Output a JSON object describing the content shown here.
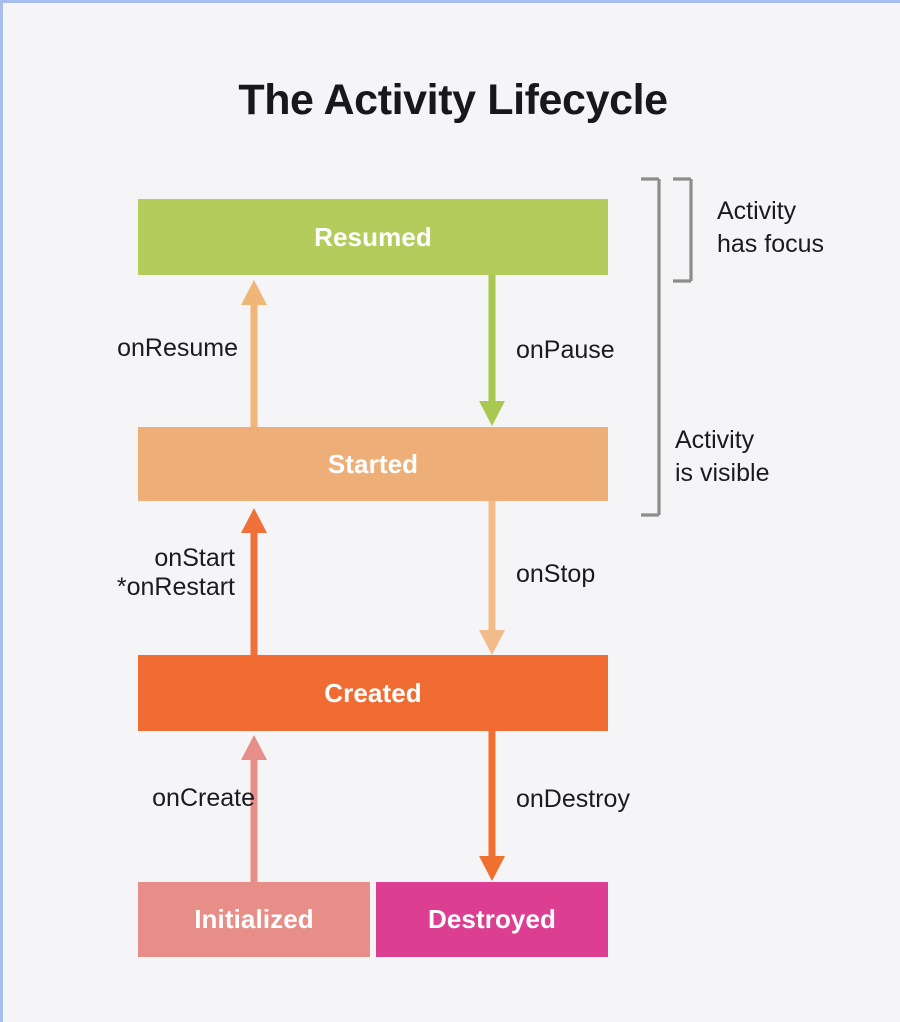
{
  "diagram": {
    "title": "The Activity Lifecycle",
    "background_color": "#f5f4f7",
    "border_color": "#a6bdf0",
    "states": [
      {
        "id": "resumed",
        "label": "Resumed",
        "color": "#b4cc5c",
        "text_color": "#ffffff"
      },
      {
        "id": "started",
        "label": "Started",
        "color": "#eeae77",
        "text_color": "#ffffff"
      },
      {
        "id": "created",
        "label": "Created",
        "color": "#f06c33",
        "text_color": "#ffffff"
      },
      {
        "id": "initialized",
        "label": "Initialized",
        "color": "#e78e88",
        "text_color": "#ffffff"
      },
      {
        "id": "destroyed",
        "label": "Destroyed",
        "color": "#dc3f92",
        "text_color": "#ffffff"
      }
    ],
    "transitions": [
      {
        "id": "onresume",
        "label": "onResume",
        "from": "started",
        "to": "resumed",
        "direction": "up",
        "color": "#f0b678"
      },
      {
        "id": "onpause",
        "label": "onPause",
        "from": "resumed",
        "to": "started",
        "direction": "down",
        "color": "#a9c84f"
      },
      {
        "id": "onstart",
        "label": "onStart\n*onRestart",
        "from": "created",
        "to": "started",
        "direction": "up",
        "color": "#f0703a"
      },
      {
        "id": "onstop",
        "label": "onStop",
        "from": "started",
        "to": "created",
        "direction": "down",
        "color": "#f2bb8a"
      },
      {
        "id": "oncreate",
        "label": "onCreate",
        "from": "initialized",
        "to": "created",
        "direction": "up",
        "color": "#e78e88"
      },
      {
        "id": "ondestroy",
        "label": "onDestroy",
        "from": "created",
        "to": "destroyed",
        "direction": "down",
        "color": "#f0702f"
      }
    ],
    "annotations": [
      {
        "id": "focus",
        "label": "Activity\nhas focus",
        "spans": [
          "resumed"
        ],
        "bracket_color": "#8c8c8c"
      },
      {
        "id": "visible",
        "label": "Activity\nis visible",
        "spans": [
          "resumed",
          "started"
        ],
        "bracket_color": "#8c8c8c"
      }
    ]
  }
}
